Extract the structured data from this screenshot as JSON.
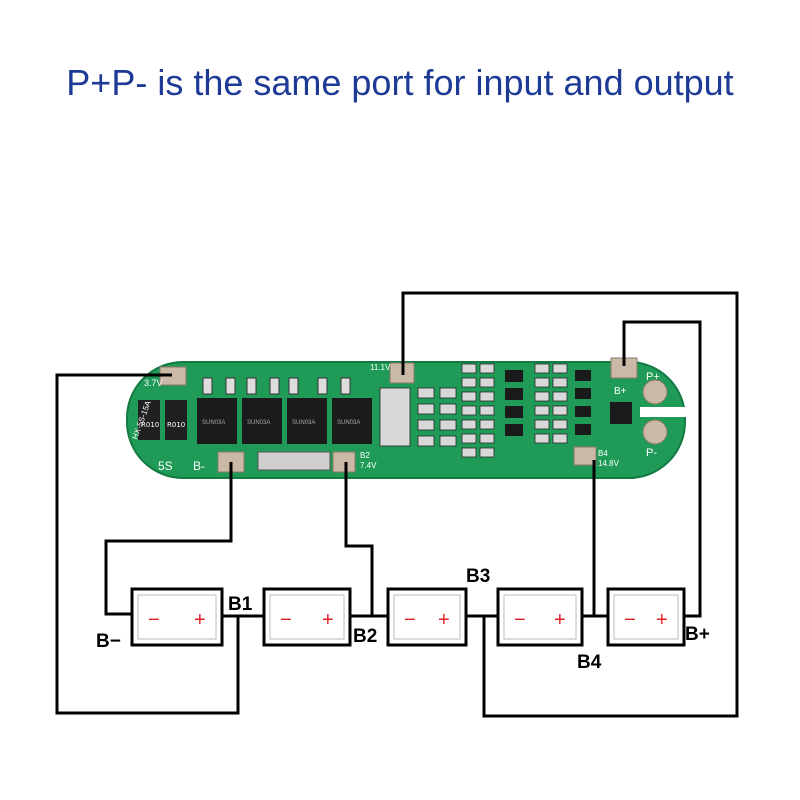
{
  "title": "P+P- is the same port for input and output",
  "pcb": {
    "model_label": "HX-5S-15A",
    "cell_voltage": "3.7V",
    "series_label": "5S",
    "b_minus_label": "B-",
    "b2_label": "B2",
    "b2_voltage": "7.4V",
    "b4_label": "B4",
    "b4_voltage": "14.8V",
    "b_plus_label": "B+",
    "p_plus_label": "P+",
    "p_minus_label": "P-",
    "top_voltage": "11.1V",
    "resistor_label": "R010",
    "mosfet_label": "SUN03A"
  },
  "cells": [
    {
      "minus": "−",
      "plus": "+"
    },
    {
      "minus": "−",
      "plus": "+"
    },
    {
      "minus": "−",
      "plus": "+"
    },
    {
      "minus": "−",
      "plus": "+"
    },
    {
      "minus": "−",
      "plus": "+"
    }
  ],
  "node_labels": {
    "b_minus": "B−",
    "b1": "B1",
    "b2": "B2",
    "b3": "B3",
    "b4": "B4",
    "b_plus": "B+"
  },
  "colors": {
    "title": "#1d3a96",
    "pcb": "#1f9a57",
    "pcb_dark": "#137a42",
    "pad": "#c9b9a6",
    "cell_sign": "#e01f26",
    "wire": "#000000"
  }
}
